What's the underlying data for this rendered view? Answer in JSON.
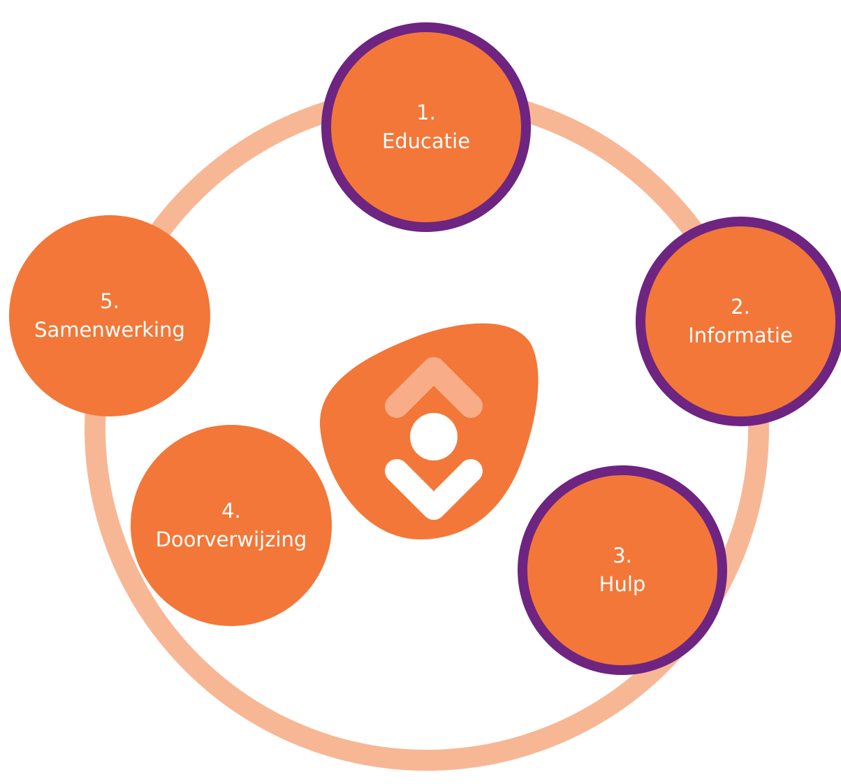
{
  "colors": {
    "background": "#ffffff",
    "ring": "#f7b795",
    "node_fill": "#f37738",
    "active_border": "#6e2481",
    "node_text": "#ffffff",
    "logo_fill": "#f37738",
    "logo_upper_chevron": "#f8ad88",
    "logo_lower_mark": "#ffffff"
  },
  "center_logo": {
    "icon": "ring-blob-logo"
  },
  "steps": [
    {
      "number": "1.",
      "label": "Educatie",
      "highlighted": true
    },
    {
      "number": "2.",
      "label": "Informatie",
      "highlighted": true
    },
    {
      "number": "3.",
      "label": "Hulp",
      "highlighted": true
    },
    {
      "number": "4.",
      "label": "Doorverwijzing",
      "highlighted": false
    },
    {
      "number": "5.",
      "label": "Samenwerking",
      "highlighted": false
    }
  ]
}
